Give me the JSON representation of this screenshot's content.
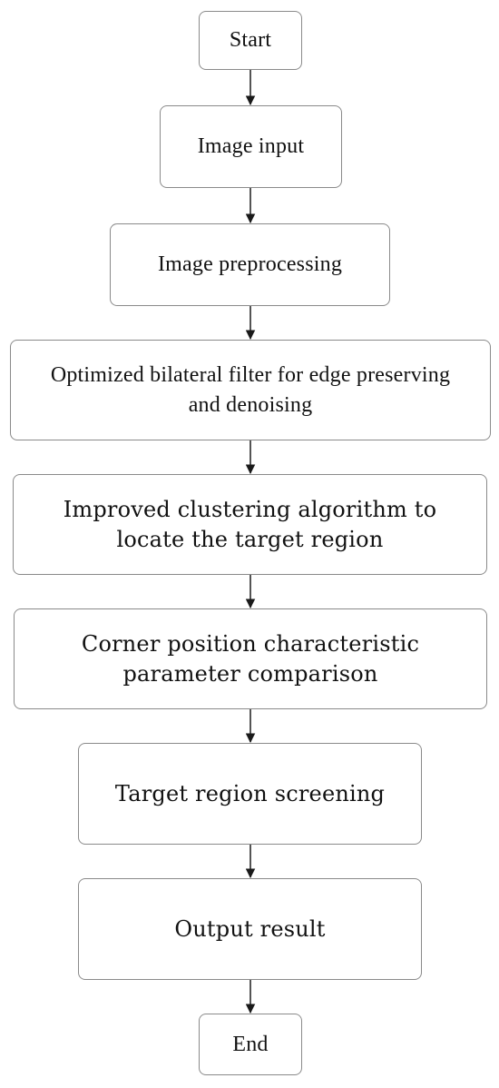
{
  "flowchart": {
    "nodes": [
      {
        "id": "start",
        "label": "Start"
      },
      {
        "id": "image-input",
        "label": "Image input"
      },
      {
        "id": "image-preprocessing",
        "label": "Image preprocessing"
      },
      {
        "id": "bilateral-filter",
        "label": "Optimized bilateral filter for edge preserving\nand denoising"
      },
      {
        "id": "clustering",
        "label": "Improved clustering algorithm to\nlocate the target region"
      },
      {
        "id": "corner-comparison",
        "label": "Corner position characteristic\nparameter comparison"
      },
      {
        "id": "screening",
        "label": "Target region screening"
      },
      {
        "id": "output",
        "label": "Output result"
      },
      {
        "id": "end",
        "label": "End"
      }
    ],
    "edges": [
      [
        "start",
        "image-input"
      ],
      [
        "image-input",
        "image-preprocessing"
      ],
      [
        "image-preprocessing",
        "bilateral-filter"
      ],
      [
        "bilateral-filter",
        "clustering"
      ],
      [
        "clustering",
        "corner-comparison"
      ],
      [
        "corner-comparison",
        "screening"
      ],
      [
        "screening",
        "output"
      ],
      [
        "output",
        "end"
      ]
    ]
  },
  "colors": {
    "box_border": "#8a8a8a",
    "arrow": "#1a1a1a",
    "text": "#111111",
    "background": "#ffffff"
  }
}
